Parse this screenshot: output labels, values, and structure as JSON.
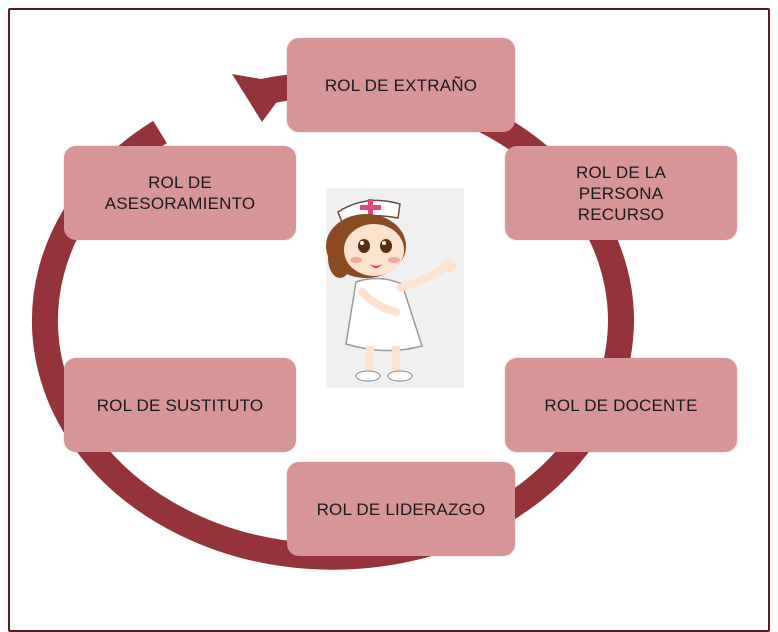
{
  "diagram": {
    "type": "cycle",
    "colors": {
      "box_fill": "#d89596",
      "ring": "#94343a",
      "frame_border": "#5c1a1f",
      "text": "#1a1a1a"
    },
    "roles": [
      {
        "label": "ROL DE EXTRAÑO"
      },
      {
        "label": "ROL DE LA PERSONA RECURSO"
      },
      {
        "label": "ROL DE DOCENTE"
      },
      {
        "label": "ROL DE LIDERAZGO"
      },
      {
        "label": "ROL DE SUSTITUTO"
      },
      {
        "label": "ROL DE ASESORAMIENTO"
      }
    ],
    "center_image": "nurse-cartoon"
  }
}
